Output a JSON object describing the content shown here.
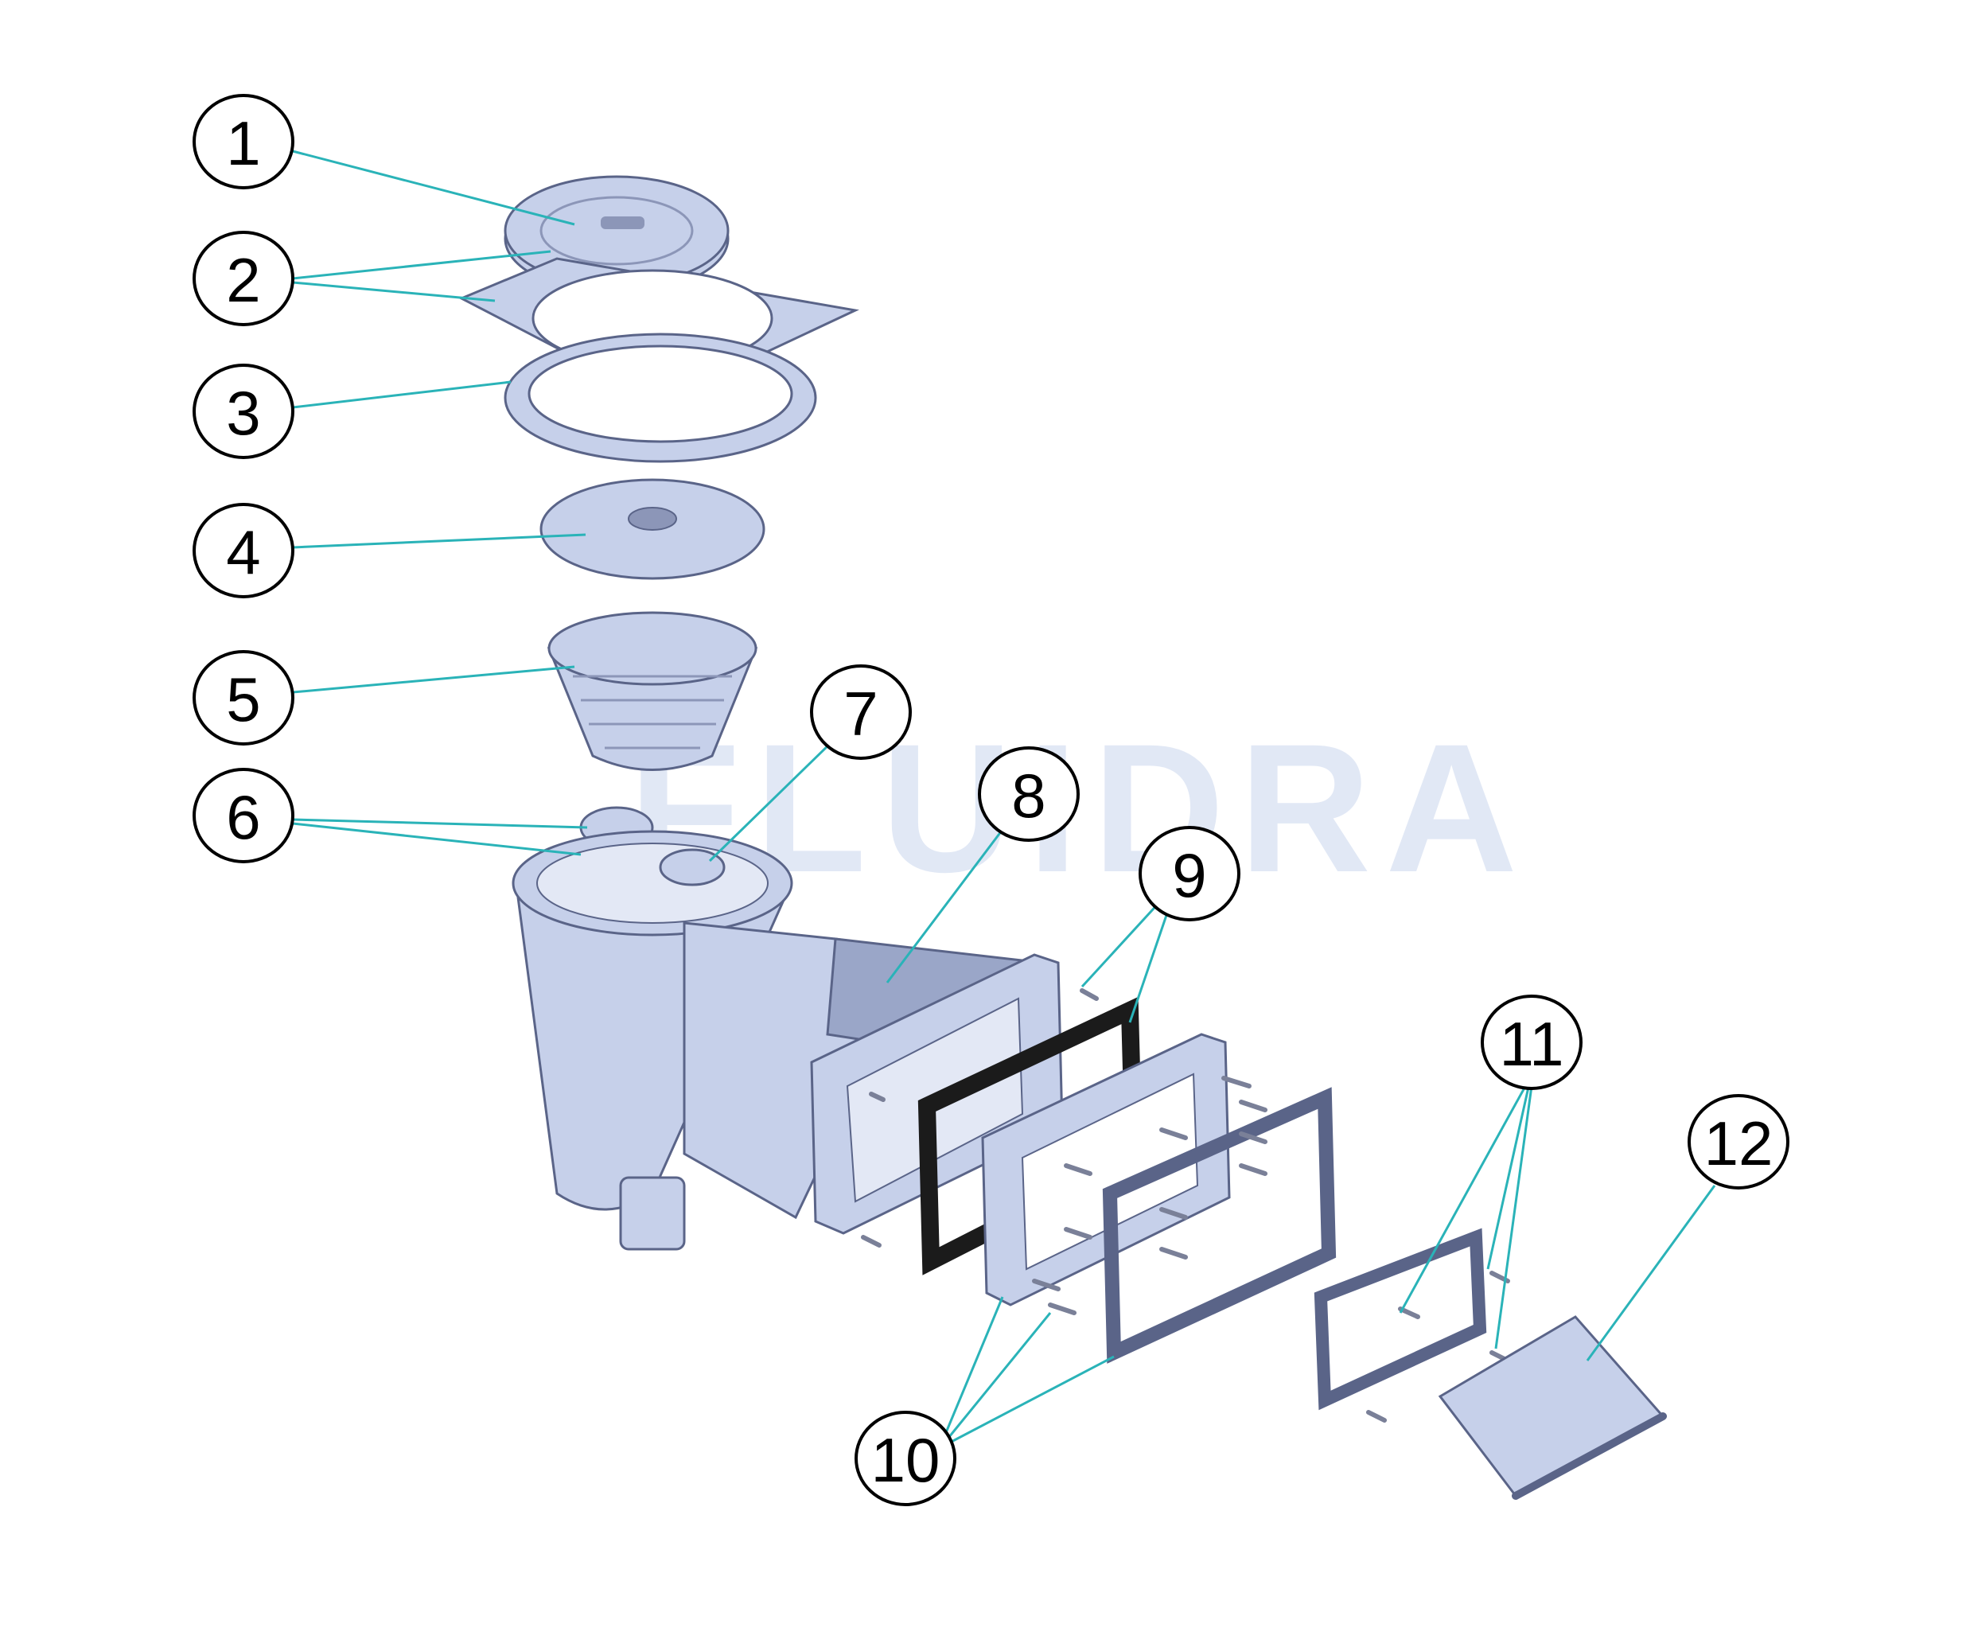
{
  "watermark": "FLUIDRA",
  "callouts": [
    {
      "id": "1",
      "label": "1"
    },
    {
      "id": "2",
      "label": "2"
    },
    {
      "id": "3",
      "label": "3"
    },
    {
      "id": "4",
      "label": "4"
    },
    {
      "id": "5",
      "label": "5"
    },
    {
      "id": "6",
      "label": "6"
    },
    {
      "id": "7",
      "label": "7"
    },
    {
      "id": "8",
      "label": "8"
    },
    {
      "id": "9",
      "label": "9"
    },
    {
      "id": "10",
      "label": "10"
    },
    {
      "id": "11",
      "label": "11"
    },
    {
      "id": "12",
      "label": "12"
    }
  ],
  "colors": {
    "leader": "#2ab3b8",
    "part": "#c6d0ea",
    "gasket": "#1b1b1b",
    "watermark": "#c9d6ec"
  }
}
